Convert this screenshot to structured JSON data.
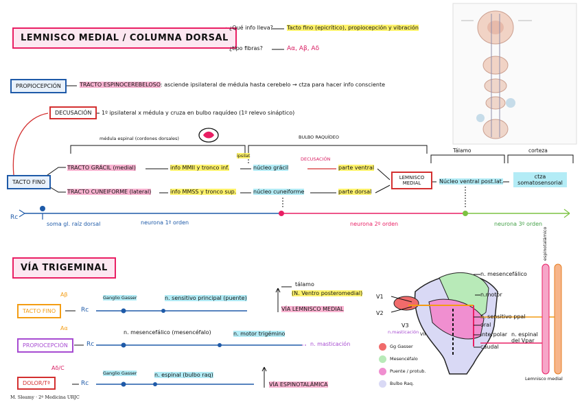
{
  "top": {
    "title": "LEMNISCO MEDIAL / COLUMNA DORSAL",
    "q1": "¿Qué info lleva?",
    "a1": "Tacto fino (epicrítico), propiocepción y vibración",
    "q2": "¿tipo fibras?",
    "a2": "Aα, Aβ, Aδ",
    "propio_box": "PROPIOCEPCIÓN",
    "propio_tract": "TRACTO ESPINOCEREBELOSO",
    "propio_text": ": asciende ipsilateral de médula hasta cerebelo → ctza para hacer info consciente",
    "decus_box": "DECUSACIÓN",
    "decus_text": "1º ipsilateral x médula y cruza en bulbo raquídeo (1º relevo sináptico)",
    "label_medula": "médula espinal (cordones dorsales)",
    "label_bulbo": "BULBO RAQUÍDEO",
    "label_talamo": "Tálamo",
    "label_corteza": "corteza",
    "label_ipsilat": "ipsilat",
    "label_decusacion2": "DECUSACIÓN",
    "tacto_box": "TACTO FINO",
    "gracil": "TRACTO GRÁCIL (medial)",
    "gracil_info": "info MMII y tronco inf.",
    "nucleo_gracil": "núcleo grácil",
    "parte_ventral": "parte ventral",
    "cuneif": "TRACTO CUNEIFORME (lateral)",
    "cuneif_info": "info MMSS y tronco sup.",
    "nucleo_cuneif": "núcleo cuneiforme",
    "parte_dorsal": "parte dorsal",
    "lemnisco_box": "LEMNISCO MEDIAL",
    "nucleo_ventral": "Núcleo ventral post.lat.",
    "ctza": "ctza somatosensorial",
    "rc": "Rc",
    "soma": "soma gl. raíz dorsal",
    "neurona1": "neurona 1º orden",
    "neurona2": "neurona 2º orden",
    "neurona3": "neurona 3º orden"
  },
  "trig": {
    "title": "VÍA TRIGEMINAL",
    "ab": "Aβ",
    "aa": "Aα",
    "ad": "Aδ/C",
    "tacto": "TACTO FINO",
    "propio": "PROPIOCEPCIÓN",
    "dolor": "DOLOR/Tª",
    "rc": "Rc",
    "gasser": "Ganglio Gasser",
    "gasser2": "Ganglio Gasser",
    "n_principal": "n. sensitivo principal (puente)",
    "talamo": "tálamo",
    "n_ventro": "(N. Ventro posteromedial)",
    "via_lemnisco": "VÍA LEMNISCO MEDIAL",
    "n_mesenc": "n. mesencefálico (mesencéfalo)",
    "n_motor": "n. motor trigémino",
    "n_mastic": "n. masticación",
    "n_espinal": "n. espinal (bulbo raq)",
    "via_espino": "VÍA ESPINOTALÁMICA",
    "footer": "M. Sleamy · 2º Medicina URJC"
  },
  "figure": {
    "v1": "V1",
    "v2": "V2",
    "v3": "V3",
    "vii": "VII",
    "mastic": "n.masticación",
    "lbl_mesenc": "n. mesencefálico",
    "lbl_motor": "n.motor",
    "lbl_sens": "n. sensitivo ppal",
    "lbl_oral": "oral",
    "lbl_interp": "interpolar",
    "lbl_caudal": "caudal",
    "lbl_espinal": "n. espinal del Vpar",
    "lbl_espinotal": "espinotalámico",
    "lbl_lemnisco": "Lemnisco medial",
    "legend": [
      {
        "label": "Gg Gasser",
        "color": "#f06b6b"
      },
      {
        "label": "Mesencéfalo",
        "color": "#b8eab8"
      },
      {
        "label": "Puente / protub.",
        "color": "#f08fd0"
      },
      {
        "label": "Bulbo Raq.",
        "color": "#d9d9f5"
      }
    ]
  },
  "colors": {
    "pink": "#e91e63",
    "blue": "#1e5aa8",
    "green": "#7cc242",
    "red": "#d32f2f"
  }
}
